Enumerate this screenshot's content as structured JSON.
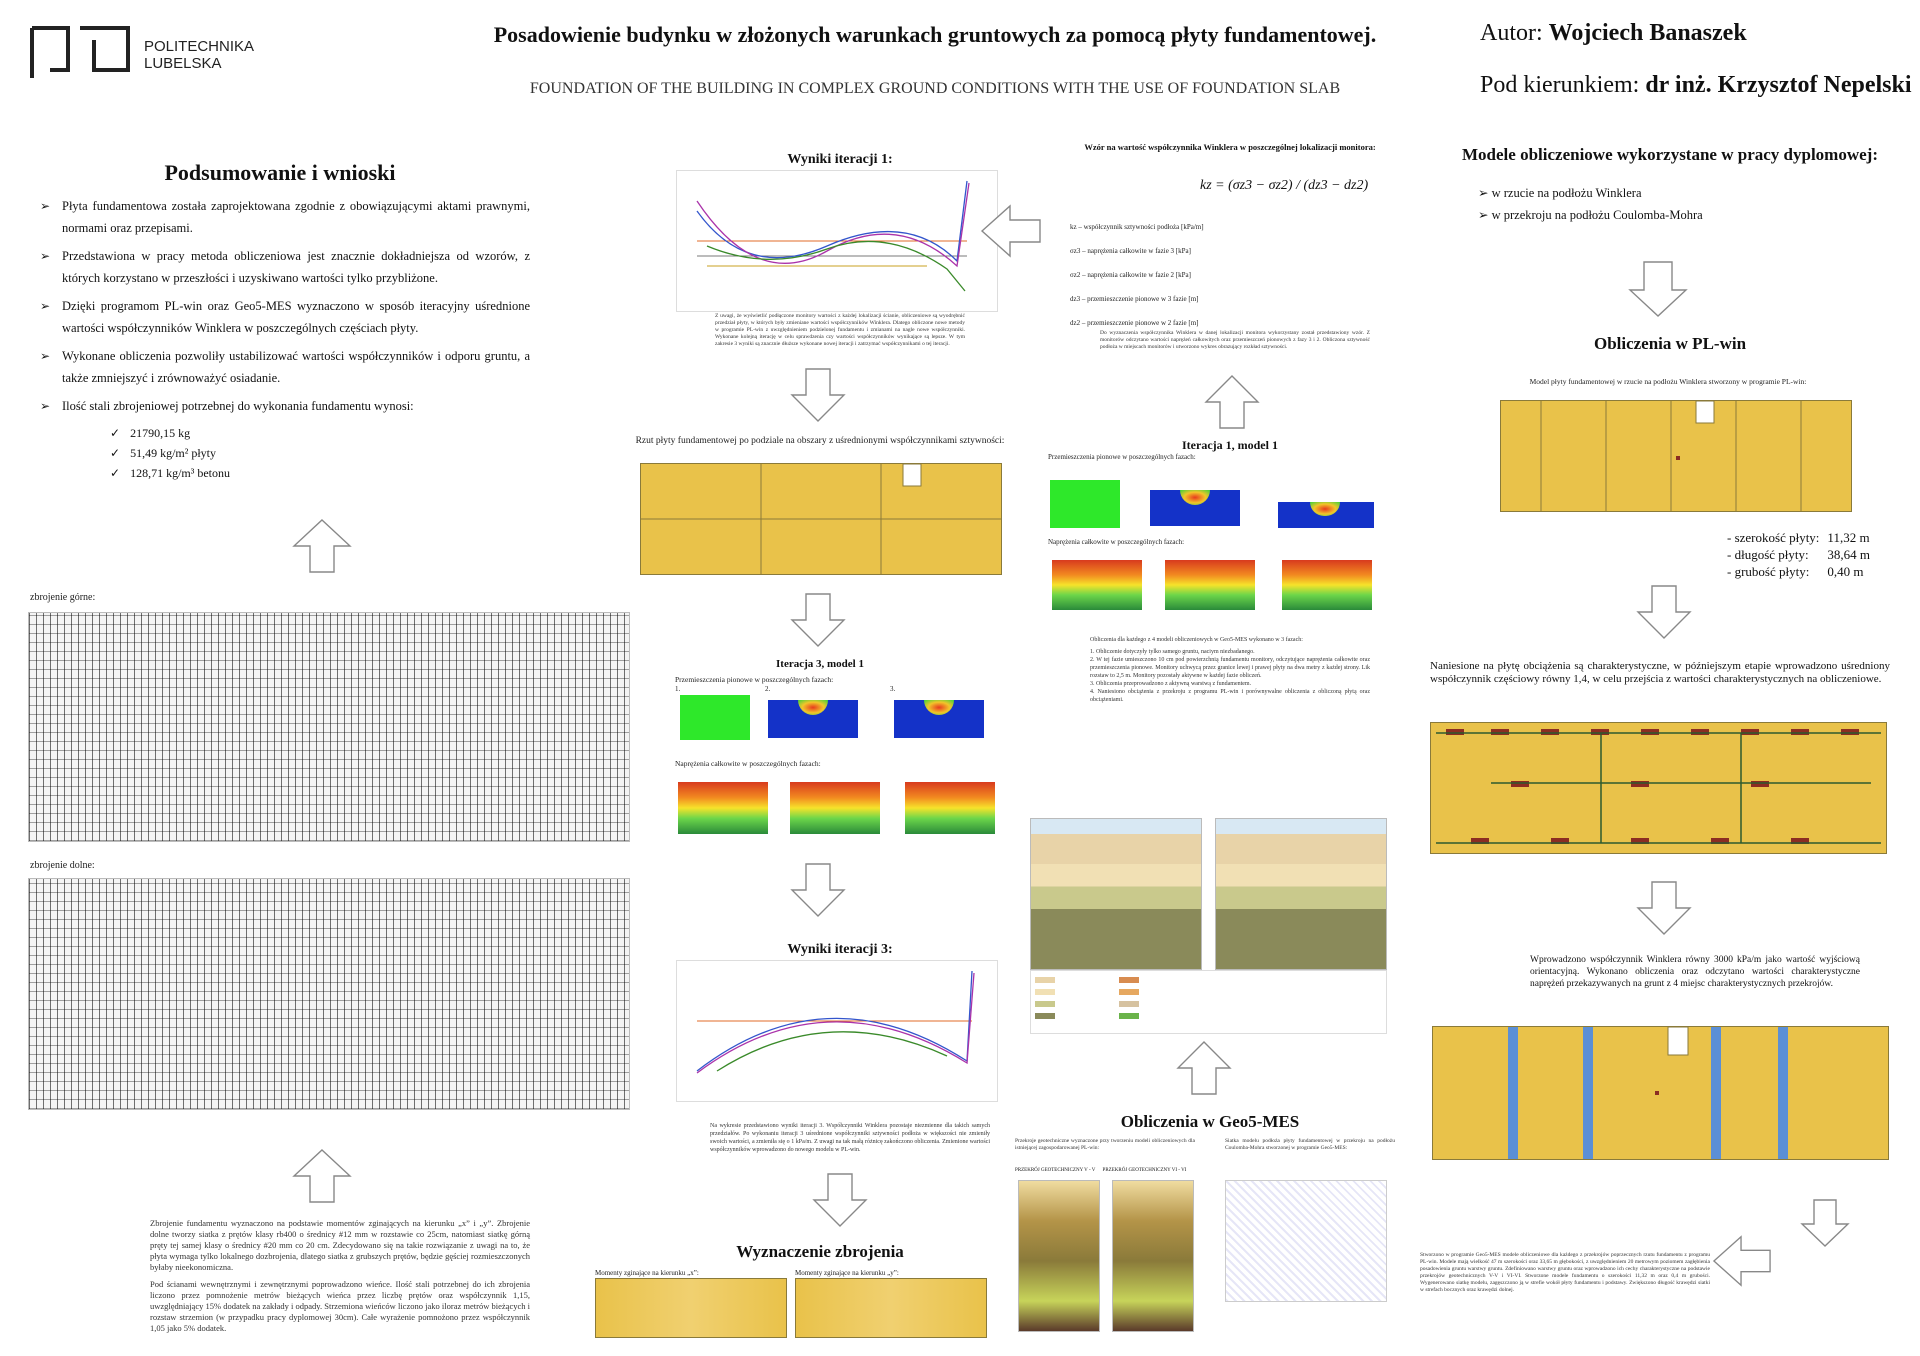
{
  "header": {
    "logo_line1": "POLITECHNIKA",
    "logo_line2": "LUBELSKA",
    "title_pl": "Posadowienie budynku w złożonych warunkach gruntowych za pomocą płyty fundamentowej.",
    "title_en": "FOUNDATION OF THE BUILDING IN COMPLEX GROUND CONDITIONS WITH THE USE OF FOUNDATION SLAB",
    "author_label": "Autor:",
    "author_name": "Wojciech Banaszek",
    "supervisor_label": "Pod kierunkiem:",
    "supervisor_name": "dr inż. Krzysztof Nepelski"
  },
  "summary": {
    "heading": "Podsumowanie i wnioski",
    "points": [
      "Płyta fundamentowa została zaprojektowana zgodnie z obowiązującymi aktami prawnymi, normami oraz przepisami.",
      "Przedstawiona w pracy metoda obliczeniowa jest znacznie dokładniejsza od wzorów, z których korzystano w przeszłości i uzyskiwano wartości tylko przybliżone.",
      "Dzięki programom PL-win oraz Geo5-MES wyznaczono w sposób iteracyjny uśrednione wartości współczynników Winklera w poszczególnych częściach płyty.",
      "Wykonane obliczenia pozwoliły ustabilizować wartości współczynników i odporu gruntu, a także zmniejszyć i zrównoważyć osiadanie.",
      "Ilość stali zbrojeniowej potrzebnej do wykonania fundamentu wynosi:"
    ],
    "amounts": [
      "21790,15 kg",
      "51,49 kg/m² płyty",
      "128,71 kg/m³ betonu"
    ]
  },
  "reinforcement": {
    "top_label": "zbrojenie górne:",
    "bottom_label": "zbrojenie dolne:",
    "description_1": "Zbrojenie fundamentu wyznaczono na podstawie momentów zginających na kierunku „x” i „y”. Zbrojenie dolne tworzy siatka z prętów klasy rb400 o średnicy #12 mm w rozstawie co 25cm, natomiast siatkę górną pręty tej samej klasy o średnicy #20 mm co 20 cm. Zdecydowano się na takie rozwiązanie z uwagi na to, że płyta wymaga tylko lokalnego dozbrojenia, dlatego siatka z grubszych prętów, będzie gęściej rozmieszczonych byłaby nieekonomiczna.",
    "description_2": "Pod ścianami wewnętrznymi i zewnętrznymi poprowadzono wieńce. Ilość stali potrzebnej do ich zbrojenia liczono przez pomnożenie metrów bieżących wieńca przez liczbę prętów oraz współczynnik 1,15, uwzględniający 15% dodatek na zakłady i odpady. Strzemiona wieńców liczono jako iloraz metrów bieżących i rozstaw strzemion (w przypadku pracy dyplomowej 30cm). Całe wyrażenie pomnożono przez współczynnik 1,05 jako 5% dodatek."
  },
  "col2": {
    "iter1_heading": "Wyniki iteracji 1:",
    "iter1_caption": "Z uwagi, że wyświetlić podłączone monitory wartości z każdej lokalizacji ścianie, obliczeniowe są wyodrębnić przedział płyty, w których były zmieniane wartości współczynników Winklera. Dlatego obliczone nowe metody w programie PL-win z uwzględnieniem podzielonej fundamentu i zmianami na nagle nowe współczynniki. Wykonane kolejną iterację w celu sprawdzenia czy wartości współczynników wynikające są lepsze. W tym zakresie 3 wyniki są znacznie dłuższe wykonane nowej iteracji i zatrzymać współczynnikami o tej iteracji.",
    "rzut_caption": "Rzut płyty fundamentowej po podziale na obszary z uśrednionymi współczynnikami sztywności:",
    "iter3_model_heading": "Iteracja 3, model 1",
    "vert_disp_label": "Przemieszczenia pionowe w poszczególnych fazach:",
    "total_stress_label": "Naprężenia całkowite w poszczególnych fazach:",
    "n1": "1.",
    "n2": "2.",
    "n3": "3.",
    "iter3_heading": "Wyniki iteracji 3:",
    "iter3_caption": "Na wykresie przedstawiono wyniki iteracji 3. Współczynniki Winklera pozostaje niezmienne dla takich samych przedziałów. Po wykonaniu iteracji 3 uśrednione współczynniki sztywności podłoża w większości nie zmieniły swoich wartości, a zmieniła się o 1 kPa/m. Z uwagi na tak małą różnicę zakończono obliczenia. Zmienione wartości współczynników wprowadzono do nowego modelu w PL-win.",
    "reinf_heading": "Wyznaczenie zbrojenia",
    "mx_label": "Momenty zginające na kierunku „x”:",
    "my_label": "Momenty zginające na kierunku „y”:"
  },
  "col3": {
    "formula_heading": "Wzór na wartość współczynnika Winklera w poszczególnej lokalizacji monitora:",
    "formula": "kz = (σz3 − σz2) / (dz3 − dz2)",
    "legend_lines": [
      "kz – współczynnik sztywności podłoża [kPa/m]",
      "σz3 – naprężenia całkowite w fazie 3 [kPa]",
      "σz2 – naprężenia całkowite w fazie 2 [kPa]",
      "dz3 – przemieszczenie pionowe w 3 fazie [m]",
      "dz2 – przemieszczenie pionowe w 2 fazie [m]"
    ],
    "formula_note": "Do wyznaczenia współczynnika Winklera w danej lokalizacji monitora wykorzystany został przedstawiony wzór. Z monitorów odczytano wartości naprężeń całkowitych oraz przemieszczeń pionowych z fazy 3 i 2. Obliczona sztywność podłoża w miejscach monitorów i utworzono wykres obrazujący rozkład sztywności.",
    "iter1_model_heading": "Iteracja 1, model 1",
    "geo_steps_intro": "Obliczenia dla każdego z 4 modeli obliczeniowych w Geo5-MES wykonano w 3 fazach:",
    "geo_steps": [
      "Obliczenie dotyczyły tylko samego gruntu, naciym niezbadanego.",
      "W tej fazie umieszczono 10 cm pod powierzchnią fundamentu monitory, odczytujące naprężenia całkowite oraz przemieszczenia pionowe. Monitory uchwycą przez granice lewej i prawej płyty na dwa metry z każdej strony. Lik rozstaw to 2,5 m. Monitory pozostały aktywne w każdej fazie obliczeń.",
      "Obliczenia przeprowadzono z aktywną warstwą z fundamentem.",
      "Naniesiono obciążenia z przekroju z programu PL-win i porównywalne obliczenia z obliczoną płytą oraz obciążeniami."
    ],
    "geo_heading": "Obliczenia w Geo5-MES",
    "geo_left_caption": "Przekroje geotechniczne wyznaczone przy tworzeniu modeli obliczeniowych dla istniejącej zagospodarowanej PL-win:",
    "geo_right_caption": "Siatka modelu podłoża płyty fundamentowej w przekroju na podłożu Coulomba-Mohra stworzonej w programie Geo5-MES:",
    "section_a": "PRZEKRÓJ GEOTECHNICZNY V - V",
    "section_b": "PRZEKRÓJ GEOTECHNICZNY VI - VI"
  },
  "col4": {
    "models_heading": "Modele obliczeniowe wykorzystane w pracy dyplomowej:",
    "models": [
      "w rzucie na podłożu Winklera",
      "w przekroju na podłożu Coulomba-Mohra"
    ],
    "plwin_heading": "Obliczenia w PL-win",
    "plwin_caption": "Model płyty fundamentowej w rzucie na podłożu Winklera stworzony w programie PL-win:",
    "params": [
      {
        "label": "- szerokość płyty:",
        "value": "11,32 m"
      },
      {
        "label": "- długość płyty:",
        "value": "38,64 m"
      },
      {
        "label": "- grubość płyty:",
        "value": "0,40 m"
      }
    ],
    "loads_text": "Naniesione na płytę obciążenia są charakterystyczne, w późniejszym etapie wprowadzono uśredniony współczynnik częściowy równy 1,4, w celu przejścia z wartości charakterystycznych na obliczeniowe.",
    "winkler_text": "Wprowadzono współczynnik Winklera równy 3000 kPa/m jako wartość wyjściową orientacyjną. Wykonano obliczenia oraz odczytano wartości charakterystyczne naprężeń przekazywanych na grunt z 4 miejsc charakterystycznych przekrojów.",
    "final_text": "Stworzono w programie Geo5-MES modele obliczeniowe dla każdego z przekrojów poprzecznych rzutu fundamentu z programu PL-win. Modele mają wielkość 47 m szerokości oraz 33,65 m głębokości, z uwzględnieniem 20 metrowym poziomem zagłębienia posadowienia gruntu warstwy gruntu. Zdefiniowano warstwy gruntu oraz wprowadzono ich cechy charakterystyczne na podstawie przekrojów geotechnicznych V-V i VI-VI. Stworzone modele fundamentu o szerokości 11,32 m oraz 0,4 m grubości. Wygenerowano siatkę modelu, zagęszczono ją w strefie wokół płyty fundamentu i podstawy. Zwiększono długość krawędzi siatki w strefach bocznych oraz krawędzi dolnej."
  },
  "colors": {
    "slab": "#e9c24a",
    "slab_border": "#8a7a3a",
    "load_marker": "#8b2d22",
    "stiffness_band": "#5b8fd6"
  }
}
